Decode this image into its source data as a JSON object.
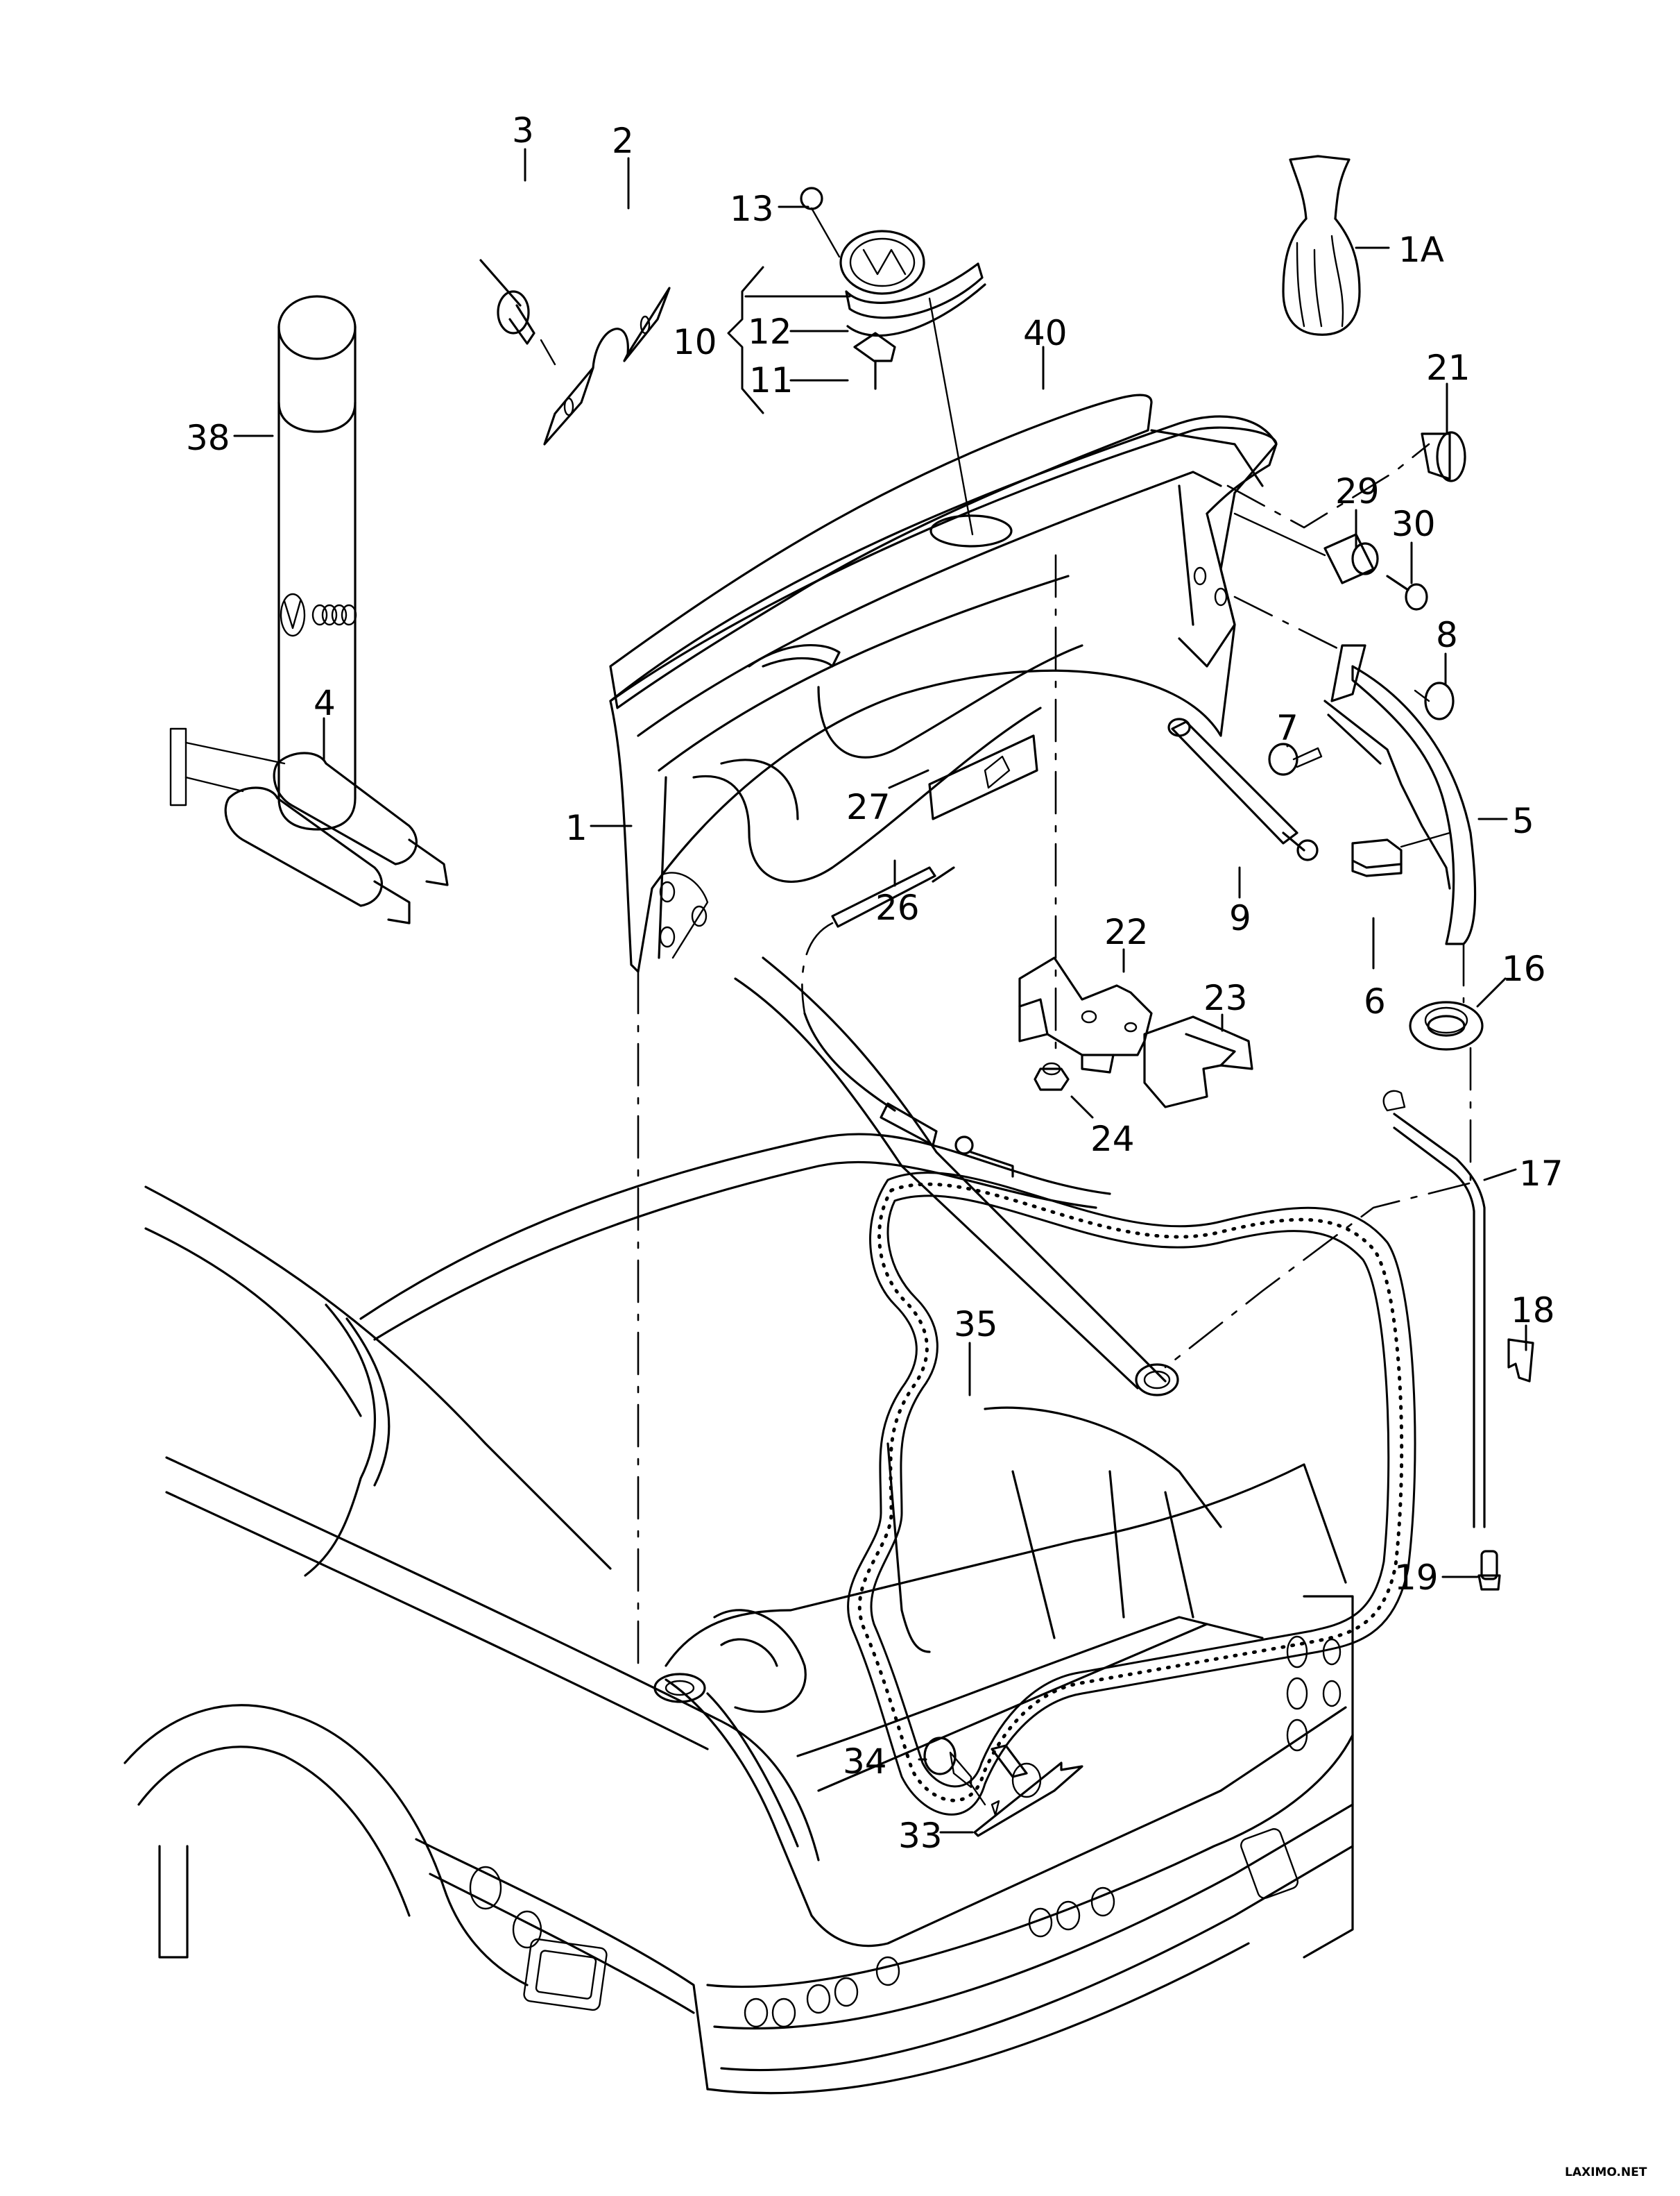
{
  "diagram": {
    "title": "Rear lid / trunk lid exploded parts diagram",
    "watermark": "LAXIMO.NET",
    "callouts": [
      {
        "id": "1A",
        "label": "1A",
        "part": "bag"
      },
      {
        "id": "1",
        "label": "1",
        "part": "rear lid"
      },
      {
        "id": "2",
        "label": "2",
        "part": "clip bracket"
      },
      {
        "id": "3",
        "label": "3",
        "part": "rivet"
      },
      {
        "id": "4",
        "label": "4",
        "part": "adhesive cartridge"
      },
      {
        "id": "5",
        "label": "5",
        "part": "hinge"
      },
      {
        "id": "6",
        "label": "6",
        "part": "buffer"
      },
      {
        "id": "7",
        "label": "7",
        "part": "bolt"
      },
      {
        "id": "8",
        "label": "8",
        "part": "bolt"
      },
      {
        "id": "9",
        "label": "9",
        "part": "gas strut"
      },
      {
        "id": "10",
        "label": "10",
        "part": "handle assembly"
      },
      {
        "id": "11",
        "label": "11",
        "part": "connector"
      },
      {
        "id": "12",
        "label": "12",
        "part": "seal"
      },
      {
        "id": "13",
        "label": "13",
        "part": "screw"
      },
      {
        "id": "16",
        "label": "16",
        "part": "grommet"
      },
      {
        "id": "17",
        "label": "17",
        "part": "drain hose"
      },
      {
        "id": "18",
        "label": "18",
        "part": "clip"
      },
      {
        "id": "19",
        "label": "19",
        "part": "valve"
      },
      {
        "id": "21",
        "label": "21",
        "part": "stop buffer"
      },
      {
        "id": "22",
        "label": "22",
        "part": "lock"
      },
      {
        "id": "23",
        "label": "23",
        "part": "cover"
      },
      {
        "id": "24",
        "label": "24",
        "part": "nut"
      },
      {
        "id": "26",
        "label": "26",
        "part": "cable"
      },
      {
        "id": "27",
        "label": "27",
        "part": "grip"
      },
      {
        "id": "29",
        "label": "29",
        "part": "spacer"
      },
      {
        "id": "30",
        "label": "30",
        "part": "bolt"
      },
      {
        "id": "33",
        "label": "33",
        "part": "striker plate"
      },
      {
        "id": "34",
        "label": "34",
        "part": "bolt"
      },
      {
        "id": "35",
        "label": "35",
        "part": "seal"
      },
      {
        "id": "38",
        "label": "38",
        "part": "spray can"
      },
      {
        "id": "40",
        "label": "40",
        "part": "spoiler"
      }
    ]
  }
}
